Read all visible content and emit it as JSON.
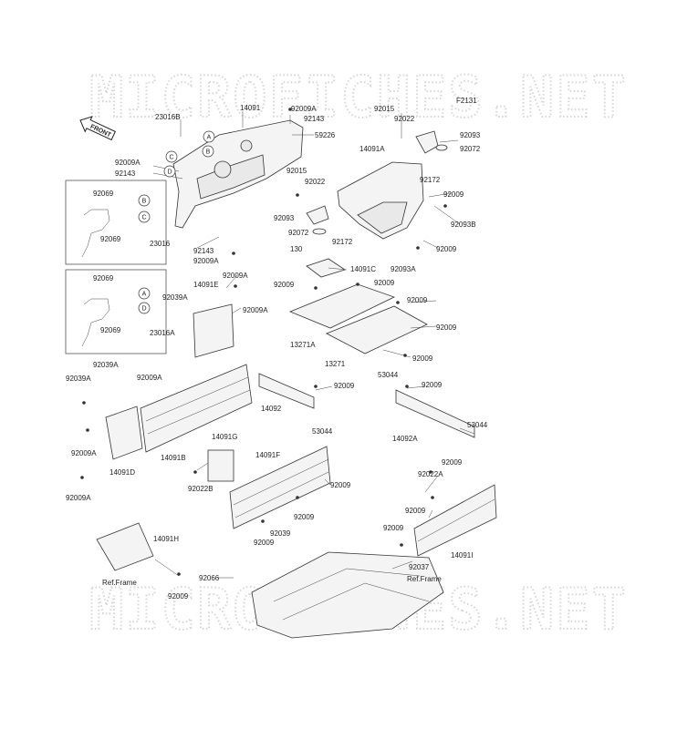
{
  "watermark": {
    "top": "MICROFICHES.NET",
    "bottom": "MICROFICHES.NET"
  },
  "figure_code": "F2131",
  "front_arrow": "FRONT",
  "refs": {
    "a": "A",
    "b": "B",
    "c": "C",
    "d": "D"
  },
  "labels": {
    "p23016B": "23016B",
    "p14091": "14091",
    "p92009A_1": "92009A",
    "p92143_1": "92143",
    "p59226": "59226",
    "p92009A_2": "92009A",
    "p92143_2": "92143",
    "p92069_1": "92069",
    "p92069_2": "92069",
    "p23016": "23016",
    "p92143_3": "92143",
    "p92009A_3": "92009A",
    "p92069_3": "92069",
    "p92069_4": "92069",
    "p23016A": "23016A",
    "p92015_1": "92015",
    "p92022_1": "92022",
    "pF2131": "F2131",
    "p14091A": "14091A",
    "p92093_1": "92093",
    "p92072_1": "92072",
    "p92015_2": "92015",
    "p92022_2": "92022",
    "p92172_1": "92172",
    "p92009_1": "92009",
    "p92093_2": "92093",
    "p92072_2": "92072",
    "p92172_2": "92172",
    "p92093B": "92093B",
    "p92009_2": "92009",
    "p92093A": "92093A",
    "p130": "130",
    "p14091C": "14091C",
    "p92009A_4": "92009A",
    "p14091E": "14091E",
    "p92039A_1": "92039A",
    "p92009A_5": "92009A",
    "p92009_3": "92009",
    "p92009_4": "92009",
    "p92009_5": "92009",
    "p92009_6": "92009",
    "p13271A": "13271A",
    "p13271": "13271",
    "p92009_7": "92009",
    "p92039A_2": "92039A",
    "p92039A_3": "92039A",
    "p92009A_6": "92009A",
    "p53044_1": "53044",
    "p92009_8": "92009",
    "p14092": "14092",
    "p92009_9": "92009",
    "p53044_2": "53044",
    "p53044_3": "53044",
    "p14092A": "14092A",
    "p92009A_7": "92009A",
    "p14091B": "14091B",
    "p14091D": "14091D",
    "p92009A_8": "92009A",
    "p14091G": "14091G",
    "p14091F": "14091F",
    "p92022B": "92022B",
    "p92009_10": "92009",
    "p92009_11": "92009",
    "p92039": "92039",
    "p92009_12": "92009",
    "p92009_13": "92009",
    "p92022A": "92022A",
    "p92009_14": "92009",
    "p92009_15": "92009",
    "p14091I": "14091I",
    "p14091H": "14091H",
    "pRefFrame1": "Ref.Frame",
    "p92009_16": "92009",
    "p92066": "92066",
    "p92037": "92037",
    "pRefFrame2": "Ref.Frame"
  }
}
